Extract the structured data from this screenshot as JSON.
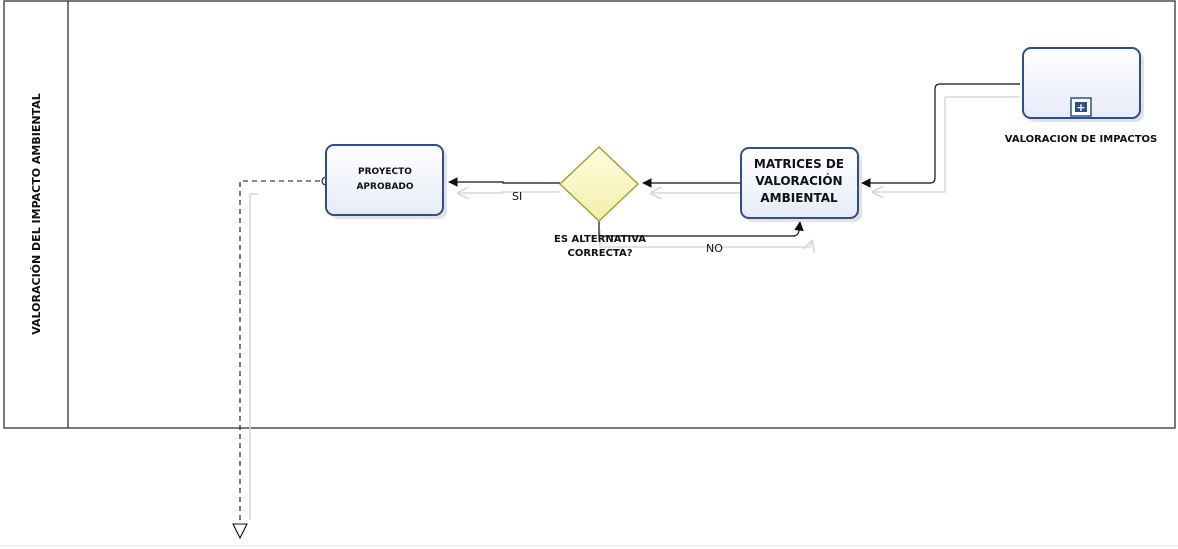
{
  "pool": {
    "lane_label": "VALORACIÓN DEL IMPACTO AMBIENTAL"
  },
  "tasks": {
    "proyecto": {
      "line1": "PROYECTO",
      "line2": "APROBADO"
    },
    "matrices": {
      "line1": "MATRICES DE",
      "line2": "VALORACIÓN",
      "line3": "AMBIENTAL"
    },
    "subprocess": {
      "label": "VALORACION  DE  IMPACTOS",
      "marker": "+"
    }
  },
  "gateway": {
    "line1": "ES ALTERNATIVA",
    "line2": "CORRECTA?"
  },
  "flows": {
    "yes_label": "SI",
    "no_label": "NO"
  },
  "colors": {
    "task_fill": "#eef1fb",
    "task_stroke": "#2d4f8c",
    "gateway_fill": "#fbf7c4",
    "gateway_stroke": "#a8a03a",
    "line": "#111111",
    "shadow": "#d9d9d9"
  }
}
